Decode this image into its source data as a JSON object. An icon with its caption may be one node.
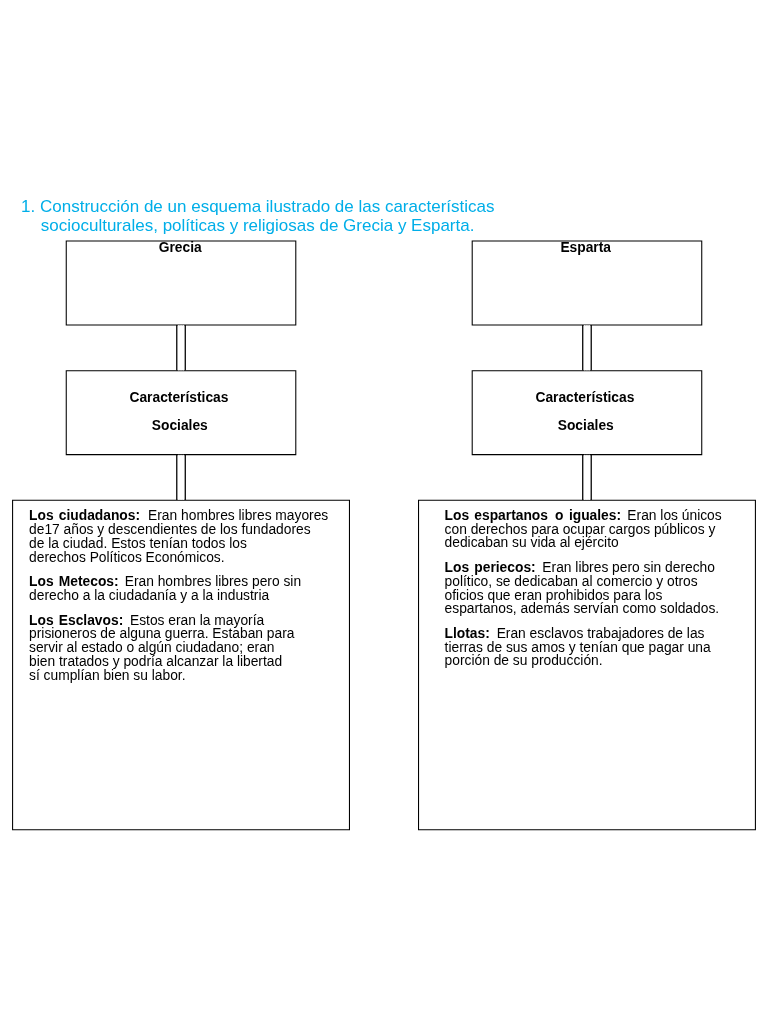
{
  "diagram": {
    "title": "1. Construcción de un esquema ilustrado de las características socioculturales, políticas y religiosas  de Grecia y Esparta.",
    "nodes": [
      {
        "text": [
          "Grecia"
        ]
      },
      {
        "text": [
          "Esparta"
        ]
      },
      {
        "text": [
          "Características Sociales"
        ]
      },
      {
        "text": [
          "Características Sociales"
        ]
      },
      {
        "text": [
          "**Los ciudadanos:** Eran hombres libres mayores de17 años y descendientes de los fundadores de la ciudad. Estos tenían todos los derechos Políticos Económicos.",
          "**Los Metecos:** Eran hombres libres pero sin derecho a la ciudadanía y a la industria",
          "**Los Esclavos:** Estos eran la mayoría prisioneros de alguna guerra. Estaban para servir al estado o algún ciudadano; eran bien tratados y podría alcanzar la libertad sí cumplían bien su labor."
        ]
      },
      {
        "text": [
          "**Los espartanos o iguales:** Eran los únicos con derechos para ocupar cargos públicos y dedicaban su vida al ejército",
          "**Los periecos:** Eran libres pero sin derecho político, se dedicaban al comercio y otros oficios que eran prohibidos para los espartanos, además servían como soldados.",
          "**Llotas:** Eran esclavos trabajadores de las tierras de sus amos y tenían que pagar una porción de su producción."
        ]
      }
    ],
    "edges": [
      {
        "from": 0,
        "to": 2,
        "arrow": "none"
      },
      {
        "from": 2,
        "to": 4,
        "arrow": "none"
      },
      {
        "from": 1,
        "to": 3,
        "arrow": "none"
      },
      {
        "from": 3,
        "to": 5,
        "arrow": "none"
      }
    ]
  }
}
